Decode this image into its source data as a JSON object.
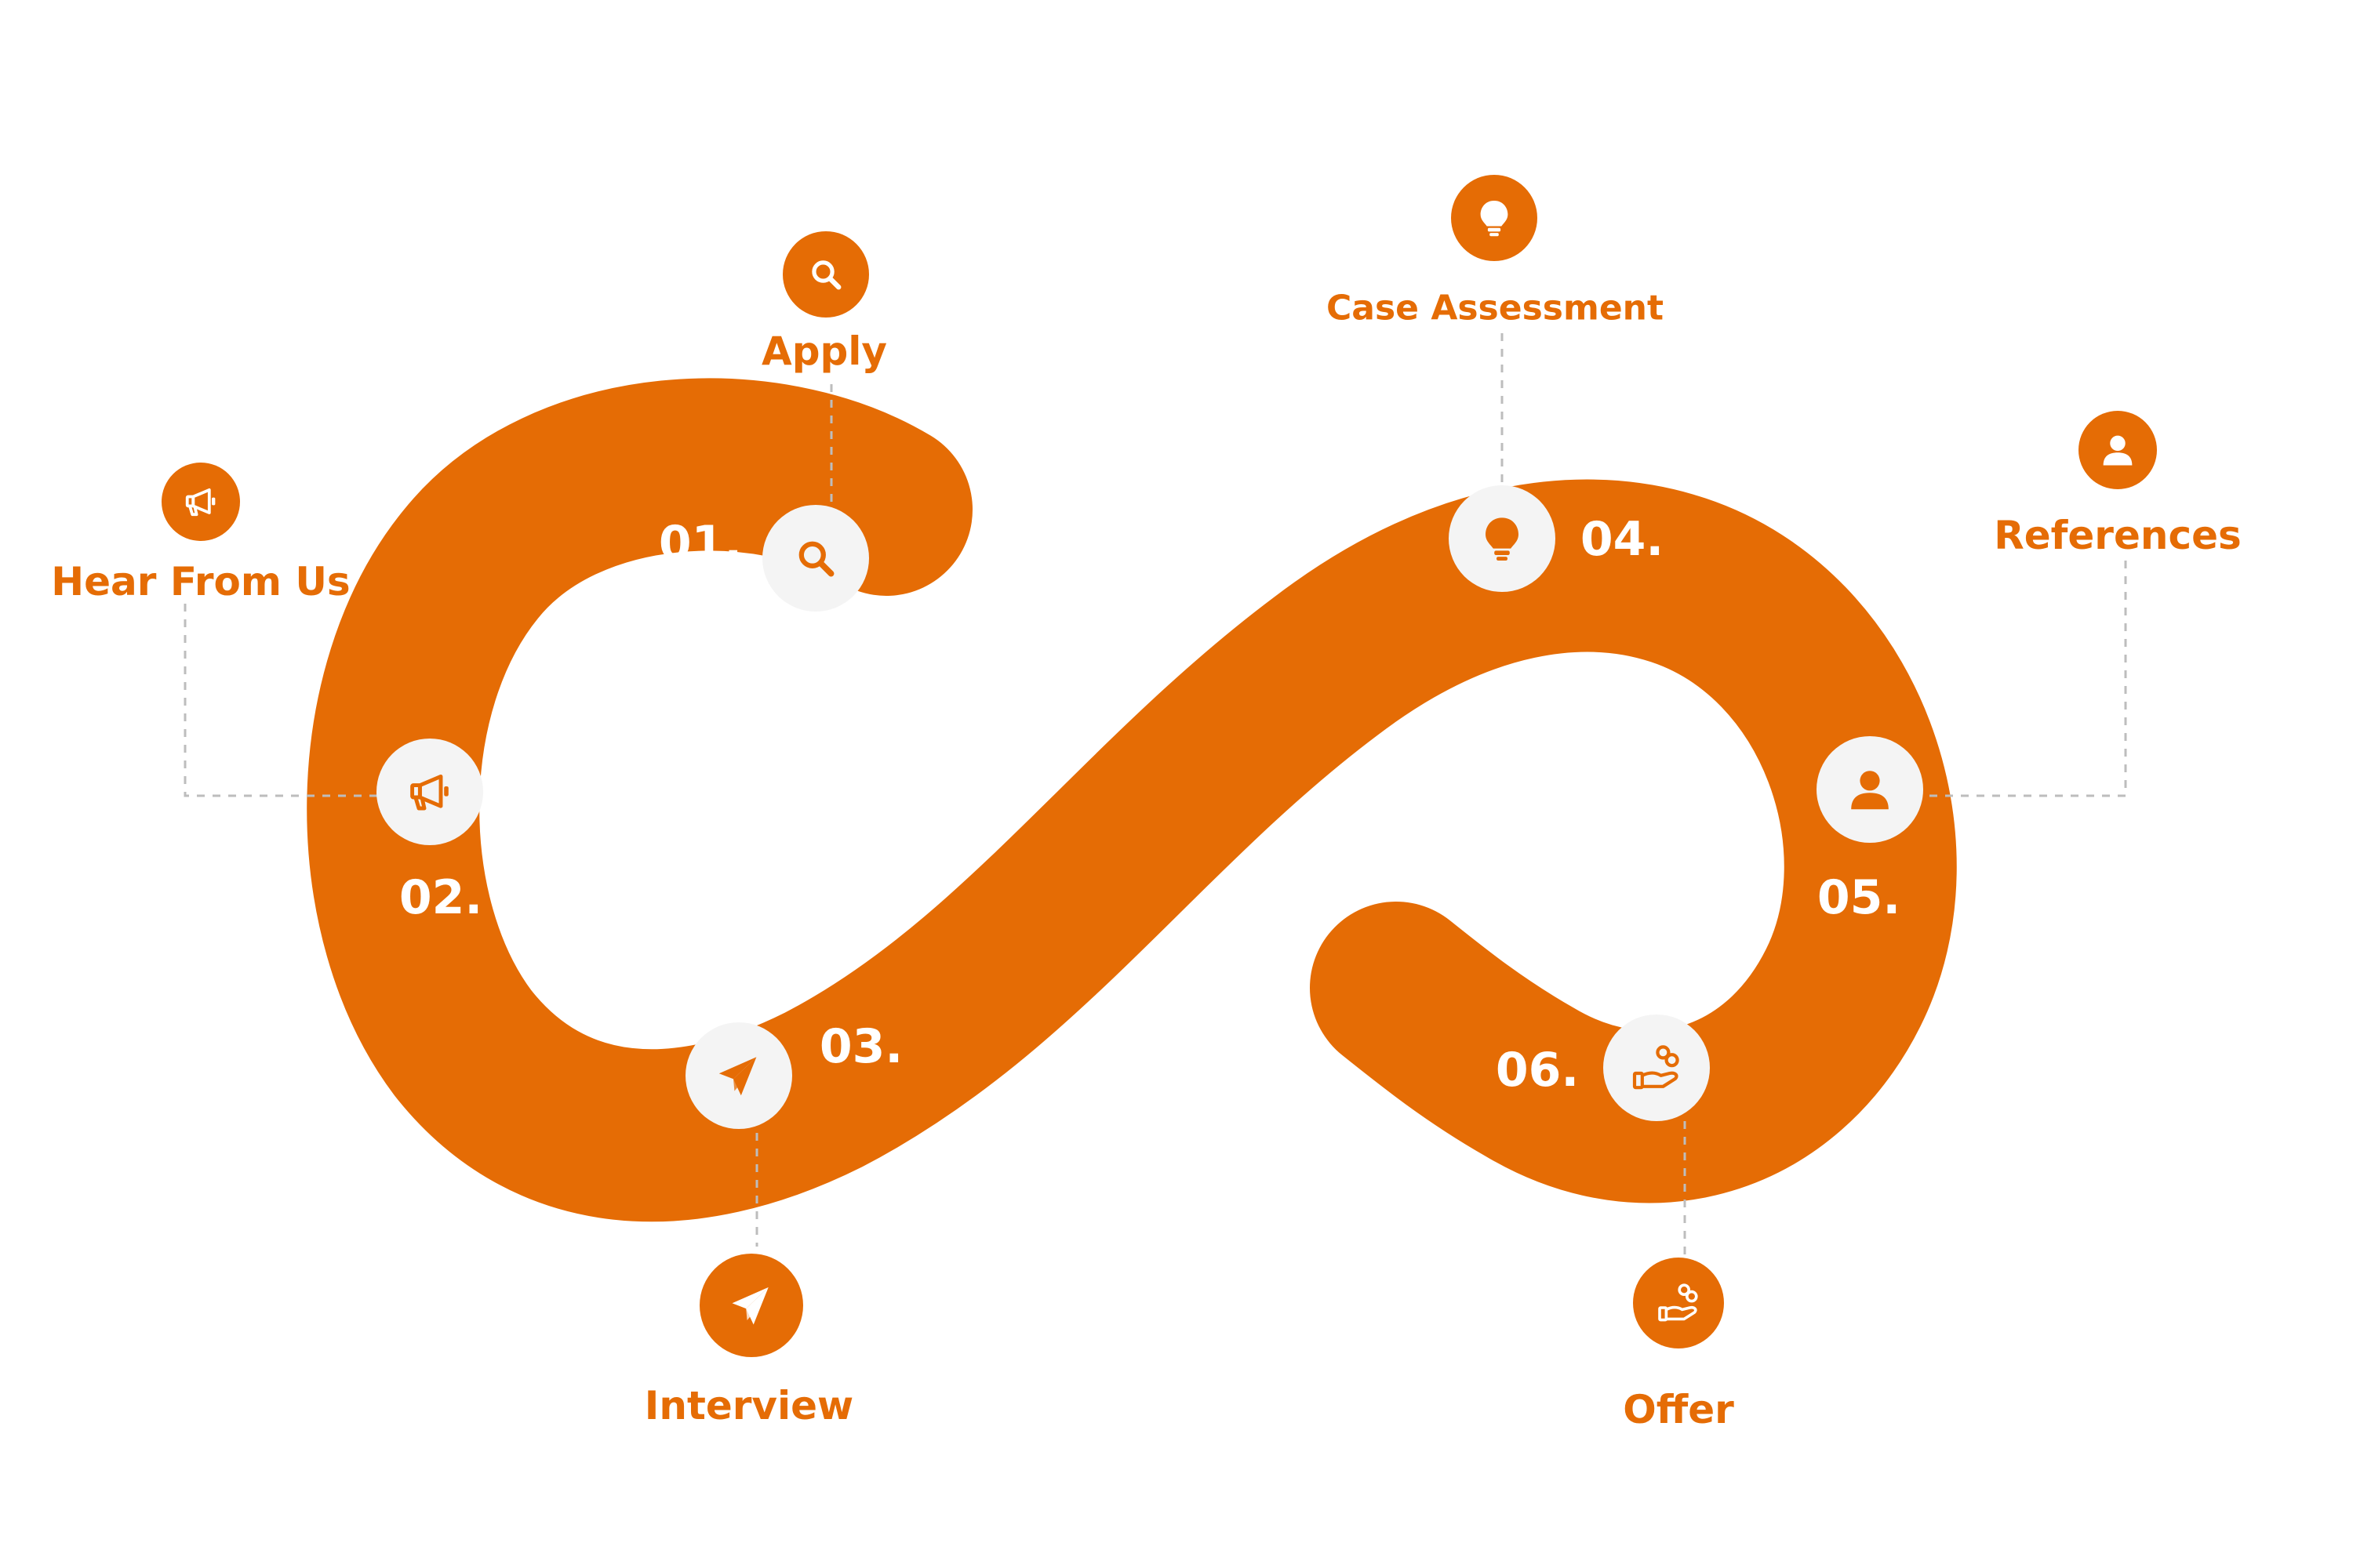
{
  "colors": {
    "accent": "#e56c05",
    "icon_bg": "#f4f4f4",
    "connector": "#bdbdbd"
  },
  "steps": [
    {
      "number": "01.",
      "label": "Apply",
      "icon": "search-icon"
    },
    {
      "number": "02.",
      "label": "Hear From Us",
      "icon": "megaphone-icon"
    },
    {
      "number": "03.",
      "label": "Interview",
      "icon": "paper-plane-icon"
    },
    {
      "number": "04.",
      "label": "Case Assessment",
      "icon": "lightbulb-icon"
    },
    {
      "number": "05.",
      "label": "References",
      "icon": "user-icon"
    },
    {
      "number": "06.",
      "label": "Offer",
      "icon": "hand-coins-icon"
    }
  ]
}
